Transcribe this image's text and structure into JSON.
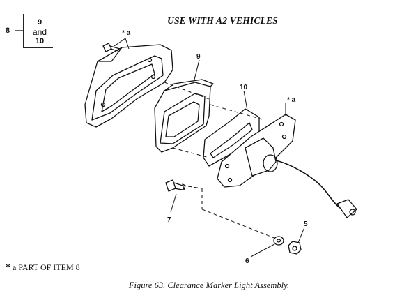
{
  "header": {
    "title": "USE WITH A2 VEHICLES"
  },
  "bracket": {
    "item": "8",
    "line1": "9",
    "line2": "and",
    "line3": "10"
  },
  "callouts": {
    "star_a_top": "* a",
    "item9": "9",
    "item10": "10",
    "star_a_right": "* a",
    "item7": "7",
    "item6": "6",
    "item5": "5"
  },
  "footnote": {
    "star": "*",
    "text": "a  PART OF ITEM 8"
  },
  "caption": "Figure 63.  Clearance Marker Light Assembly."
}
